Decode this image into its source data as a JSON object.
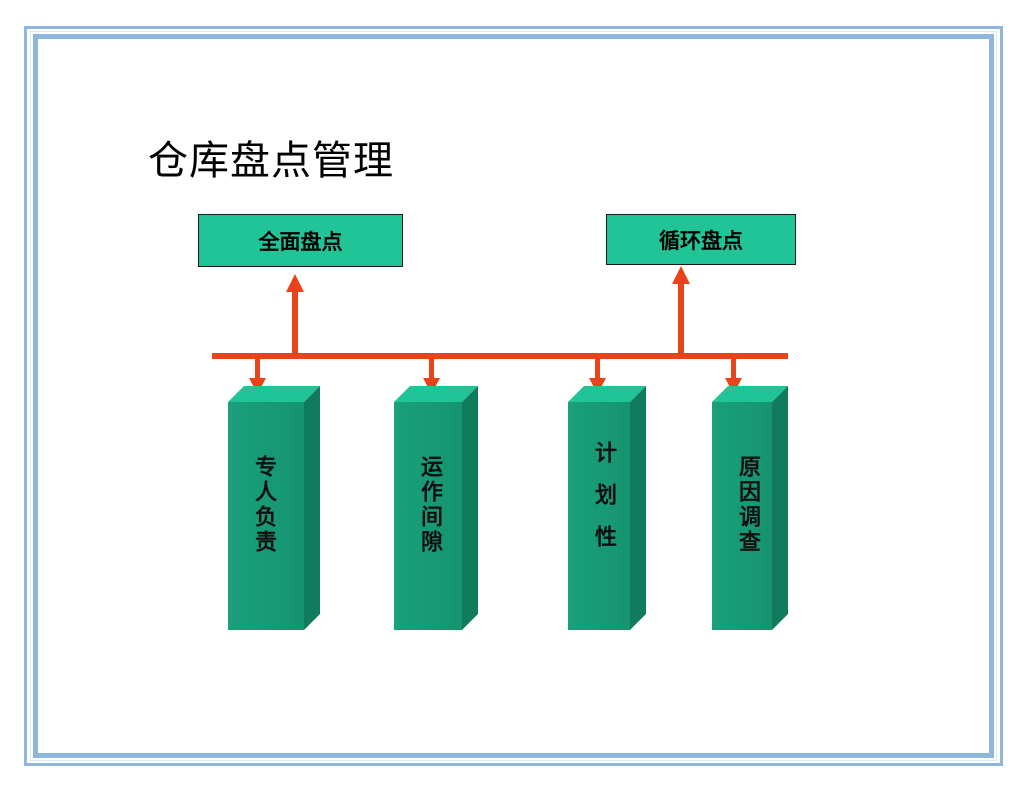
{
  "slide": {
    "title": "仓库盘点管理"
  },
  "top_boxes": {
    "full": "全面盘点",
    "cycle": "循环盘点"
  },
  "columns": [
    {
      "label": "专人负责"
    },
    {
      "label": "运作间隙"
    },
    {
      "label": "计划性"
    },
    {
      "label": "原因调查"
    }
  ],
  "colors": {
    "box_green": "#1fa882",
    "box_green_light": "#21c497",
    "box_green_dark": "#0f7a5c",
    "arrow_red": "#e8431b",
    "frame_blue": "#8fb6dc"
  }
}
